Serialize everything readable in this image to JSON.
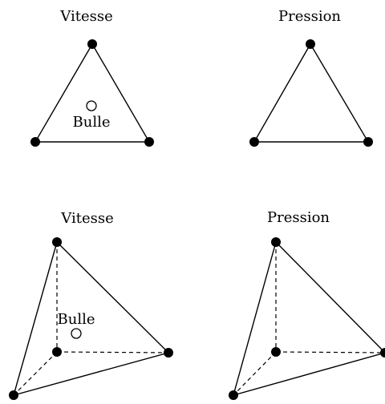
{
  "panels": [
    {
      "id": "tri-velocity",
      "title": "Vitesse",
      "bubble_label": "Bulle"
    },
    {
      "id": "tri-pressure",
      "title": "Pression"
    },
    {
      "id": "tet-velocity",
      "title": "Vitesse",
      "bubble_label": "Bulle"
    },
    {
      "id": "tet-pressure",
      "title": "Pression"
    }
  ]
}
